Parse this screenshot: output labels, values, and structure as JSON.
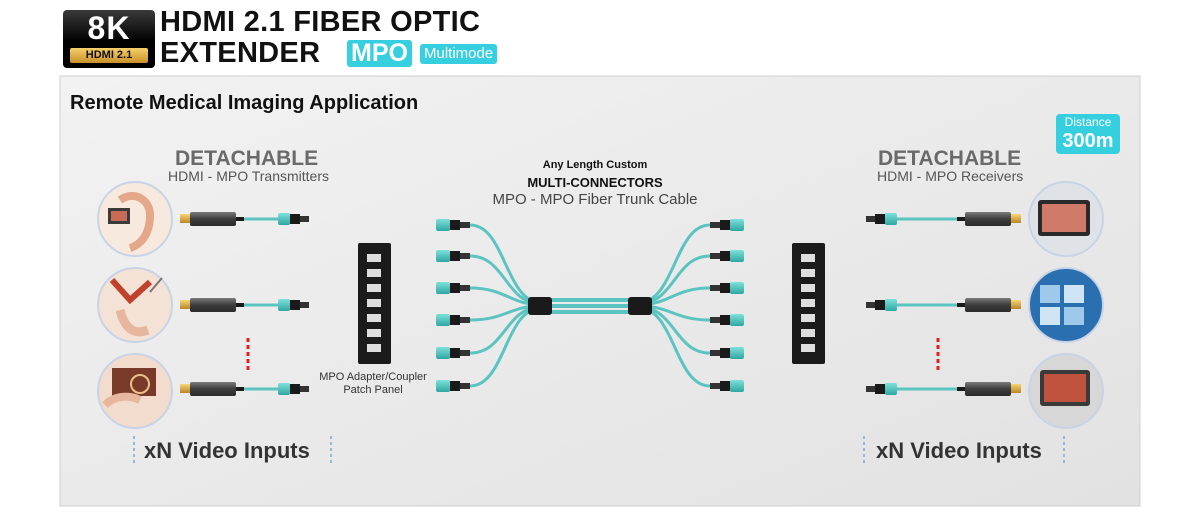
{
  "badge": {
    "resolution": "8K",
    "version": "HDMI 2.1"
  },
  "title": {
    "line1": "HDMI 2.1 FIBER OPTIC",
    "line2": "EXTENDER",
    "tag": "MPO",
    "mode": "Multimode"
  },
  "panel": {
    "title": "Remote Medical Imaging Application"
  },
  "distance": {
    "label": "Distance",
    "value": "300m"
  },
  "left": {
    "heading": "DETACHABLE",
    "subheading": "HDMI - MPO Transmitters",
    "footer": "xN Video Inputs"
  },
  "right": {
    "heading": "DETACHABLE",
    "subheading": "HDMI - MPO Receivers",
    "footer": "xN Video Inputs"
  },
  "cable": {
    "line1": "Any Length Custom",
    "line2": "MULTI-CONNECTORS",
    "line3": "MPO - MPO Fiber Trunk Cable"
  },
  "adapter": {
    "line1": "MPO Adapter/Coupler",
    "line2": "Patch Panel"
  },
  "colors": {
    "fiber": "#5cc4c0",
    "accent": "#35cfe0",
    "connector_dark": "#1a1a1a",
    "hdmi_gold": "#e8b23a"
  }
}
